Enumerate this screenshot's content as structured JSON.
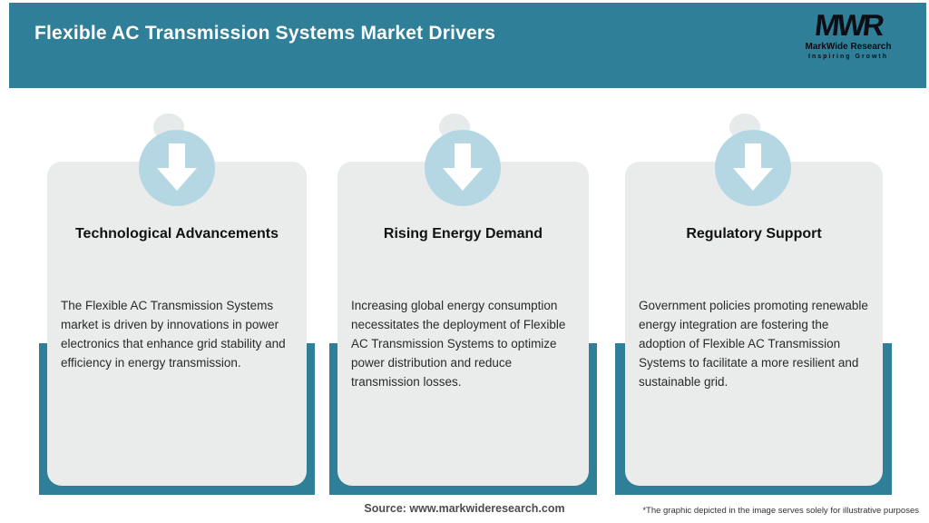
{
  "header": {
    "title": "Flexible AC Transmission Systems Market Drivers",
    "logo": {
      "mark": "MWR",
      "name": "MarkWide Research",
      "tagline": "Inspiring Growth"
    }
  },
  "cards": [
    {
      "icon": "down-arrow-icon",
      "title": "Technological Advancements",
      "body": "The Flexible AC Transmission Systems market is driven by innovations in power electronics that enhance grid stability and efficiency in energy transmission."
    },
    {
      "icon": "down-arrow-icon",
      "title": "Rising Energy Demand",
      "body": "Increasing global energy consumption necessitates the deployment of Flexible AC Transmission Systems to optimize power distribution and reduce transmission losses."
    },
    {
      "icon": "down-arrow-icon",
      "title": "Regulatory Support",
      "body": "Government policies promoting renewable energy integration are fostering the adoption of Flexible AC Transmission Systems to facilitate a more resilient and sustainable grid."
    }
  ],
  "footer": {
    "source": "Source: www.markwideresearch.com",
    "disclaimer": "*The graphic depicted in the image serves solely for illustrative purposes"
  },
  "colors": {
    "header_bg": "#2e7f97",
    "backer_teal": "#2e7f97",
    "card_bg": "#e9eceb",
    "circle_blue": "#b5d7e3",
    "arrow_white": "#ffffff",
    "title_text": "#ffffff",
    "logo_text": "#0d0d15"
  }
}
